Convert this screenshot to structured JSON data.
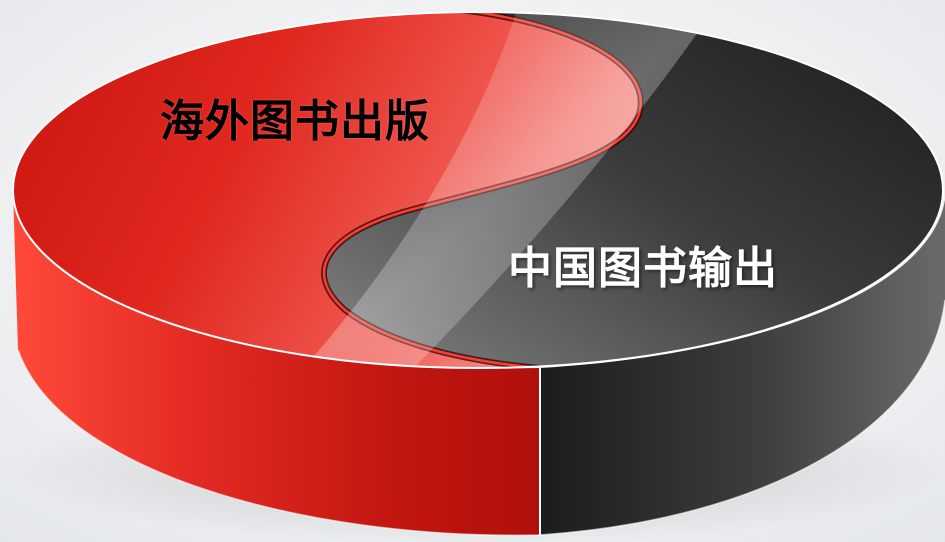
{
  "diagram": {
    "segments": [
      {
        "id": "red",
        "label": "海外图书出版",
        "color": "#d8221c"
      },
      {
        "id": "gray",
        "label": "中国图书输出",
        "color": "#4a4a4a"
      }
    ],
    "background_color": "#eef0f2"
  }
}
